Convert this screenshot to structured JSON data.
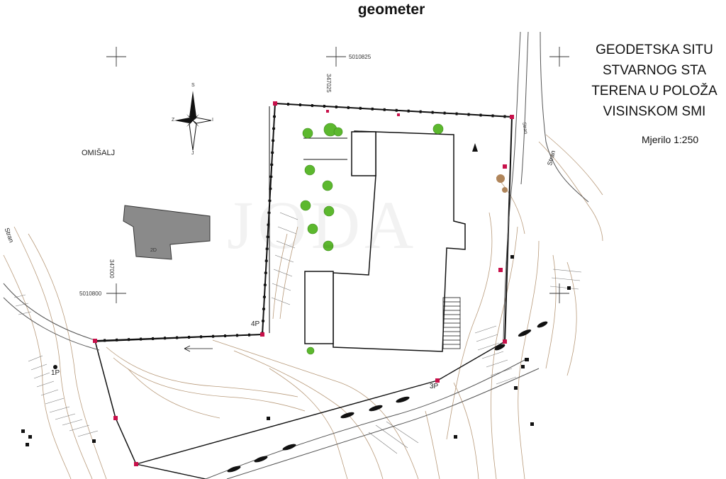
{
  "header": {
    "title": "geometer"
  },
  "title_block": {
    "lines": [
      "GEODETSKA SITU",
      "STVARNOG STA",
      "TERENA U POLOŽA",
      "VISINSKOM SMI"
    ],
    "scale": "Mjerilo 1:250"
  },
  "map": {
    "place_name": "OMIŠALJ",
    "building_number": "2D",
    "grid_labels": [
      "5010825",
      "347025",
      "347000",
      "5010800"
    ],
    "street_labels": [
      "Stran",
      "Stran",
      "Stran"
    ],
    "points": [
      "1P",
      "3P",
      "4P"
    ],
    "north_letters": {
      "n": "S",
      "s": "J",
      "e": "I",
      "w": "Z"
    },
    "watermark": "JODA"
  },
  "colors": {
    "boundary": "#111111",
    "marker": "#c8104a",
    "tree": "#5cb82e",
    "building": "#8a8a8a",
    "contour": "#b89a7a",
    "text": "#111111"
  }
}
